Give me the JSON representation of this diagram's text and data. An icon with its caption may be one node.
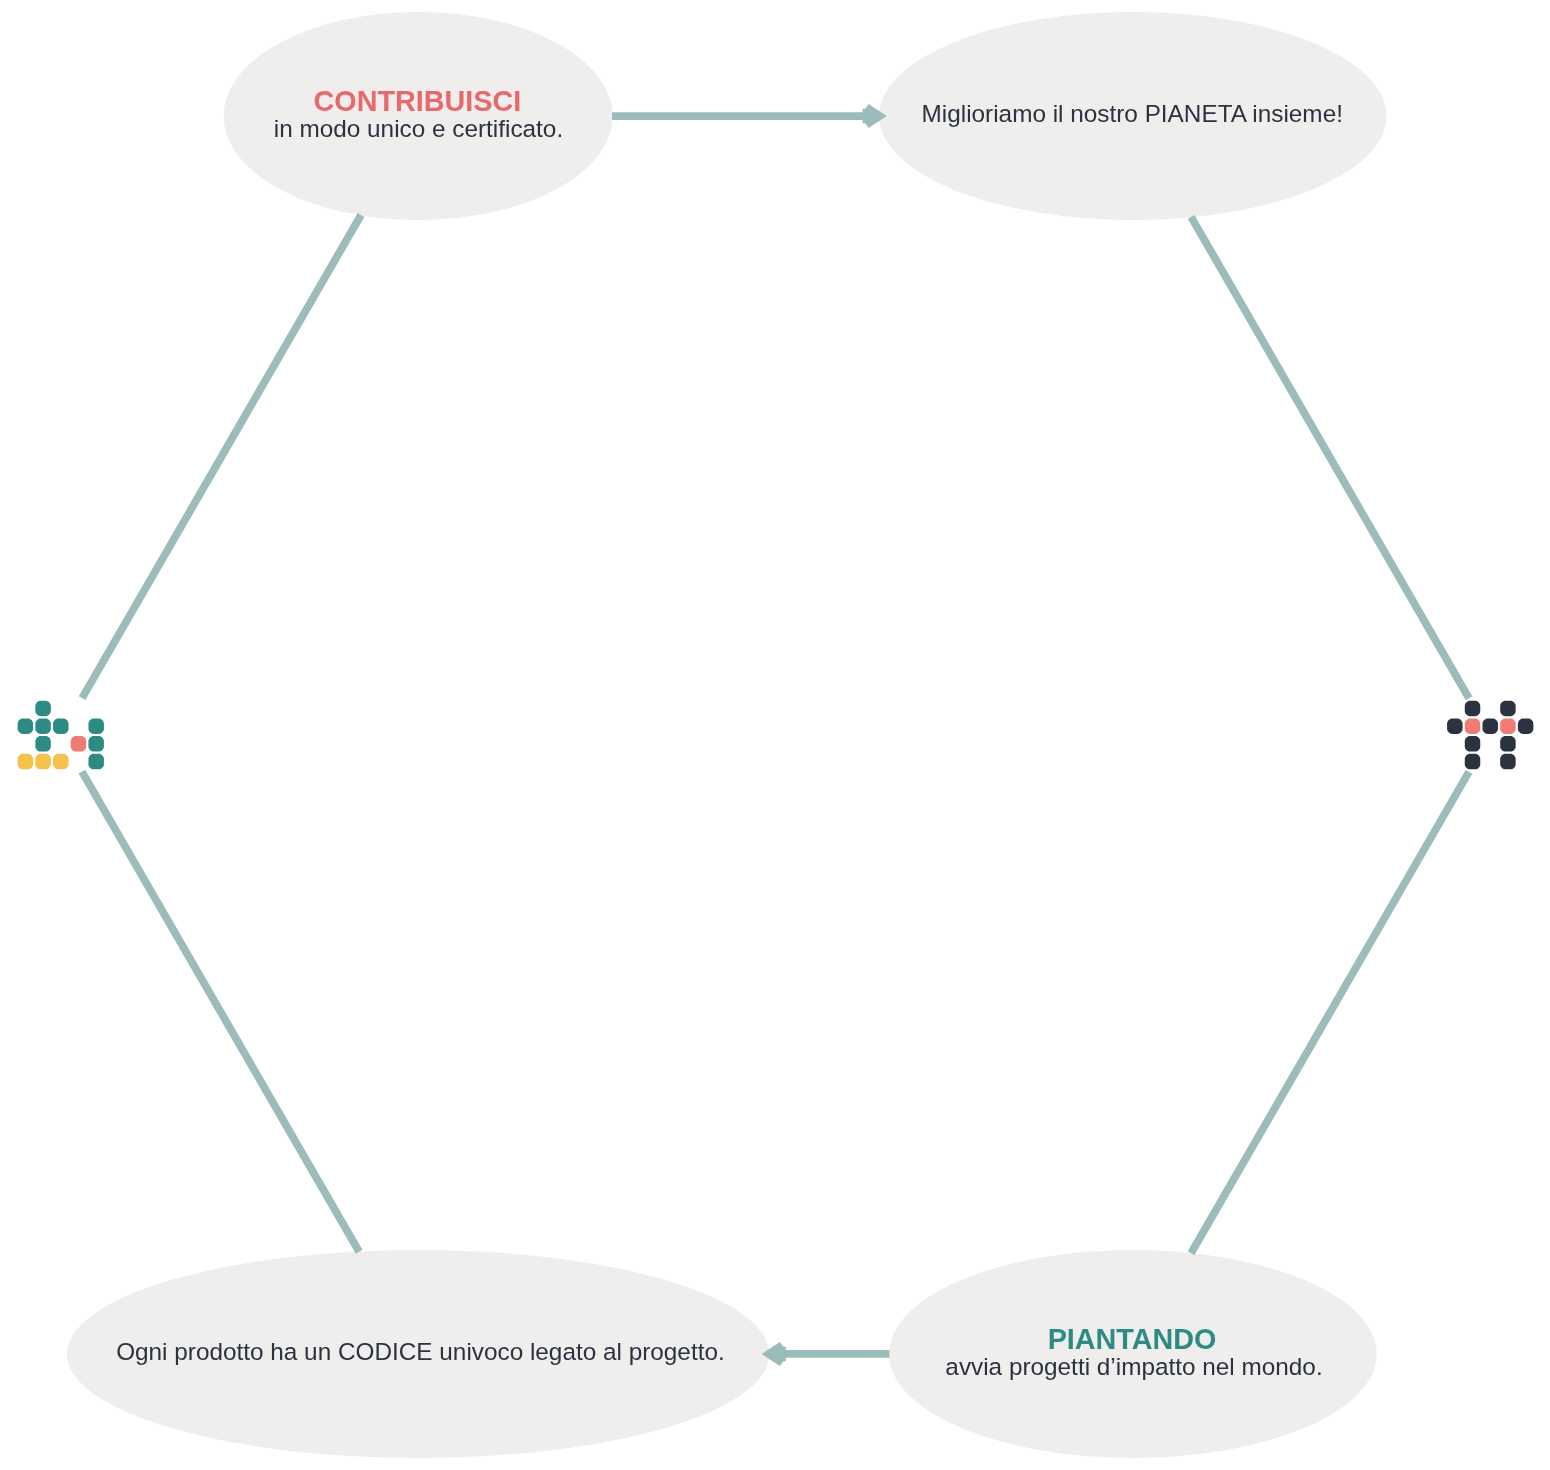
{
  "diagram": {
    "nodes": [
      {
        "text": [
          "Ogni prodotto ha un CODICE univoco legato al progetto."
        ]
      },
      {
        "text": [],
        "shape": "picture"
      },
      {
        "text": [
          "CONTRIBUISCI",
          "in modo unico e certificato."
        ]
      },
      {
        "text": [
          "Miglioriamo il nostro PIANETA insieme!"
        ]
      },
      {
        "text": [],
        "shape": "picture"
      },
      {
        "text": [
          "PIANTANDO",
          "avvia progetti d’impatto nel mondo."
        ]
      }
    ],
    "edges": [
      {
        "from": 0,
        "to": 1,
        "arrow": "none"
      },
      {
        "from": 1,
        "to": 2,
        "arrow": "none"
      },
      {
        "from": 2,
        "to": 3,
        "arrow": "to"
      },
      {
        "from": 3,
        "to": 4,
        "arrow": "none"
      },
      {
        "from": 4,
        "to": 5,
        "arrow": "none"
      },
      {
        "from": 5,
        "to": 0,
        "arrow": "to"
      }
    ]
  }
}
